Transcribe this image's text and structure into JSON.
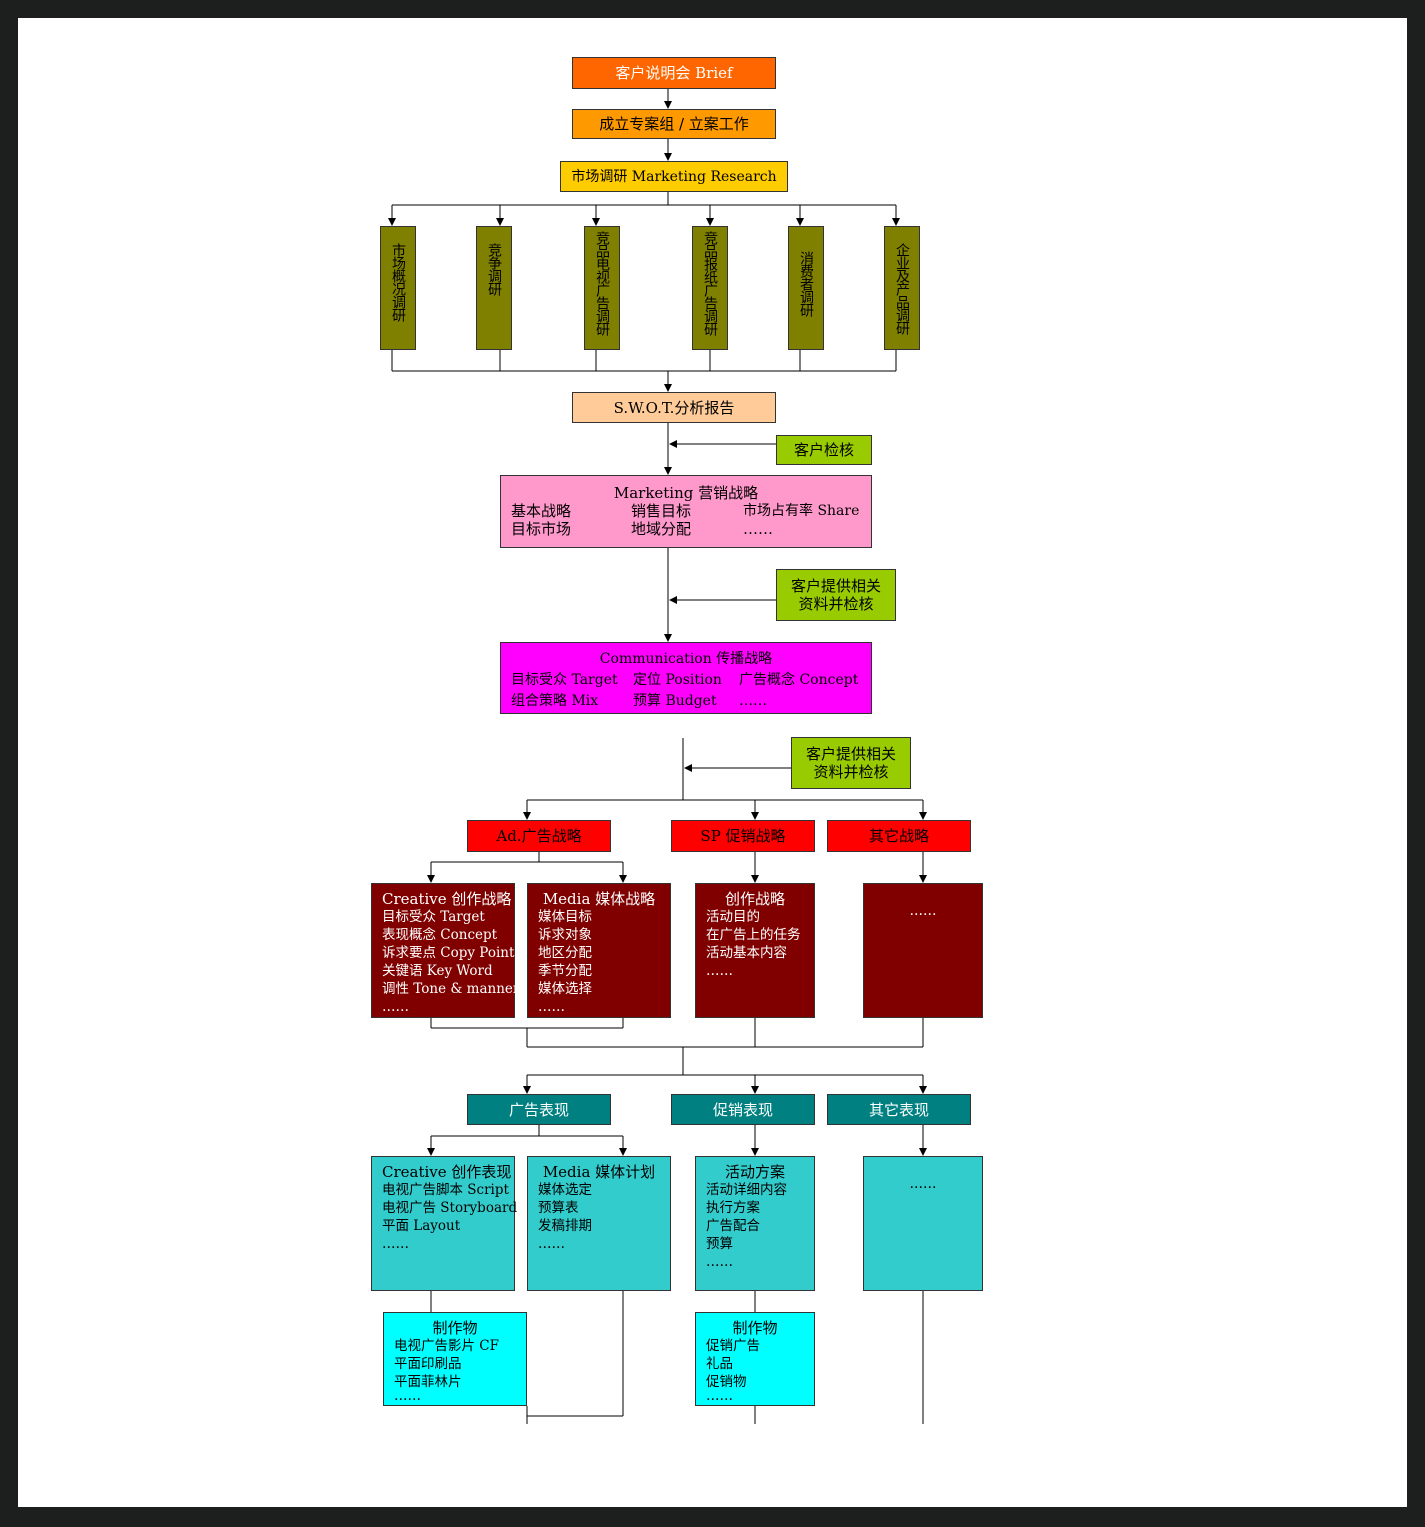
{
  "colors": {
    "brief": "#ff6600",
    "setup": "#ff9900",
    "research": "#ffcc00",
    "olive": "#808000",
    "swot": "#ffcc99",
    "check": "#99cc00",
    "marketing": "#ff99cc",
    "communication": "#ff00ff",
    "red": "#ff0000",
    "maroon": "#800000",
    "teal": "#008080",
    "cyan_box": "#33cccc",
    "product": "#00ffff"
  },
  "brief": "客户说明会 Brief",
  "setup": "成立专案组 / 立案工作",
  "research": "市场调研 Marketing Research",
  "research_items": [
    "市场概况调研",
    "竞争调研",
    "竞品电视广告调研",
    "竞品报纸广告调研",
    "消费者调研",
    "企业及产品调研"
  ],
  "swot": "S.W.O.T.分析报告",
  "check1": "客户检核",
  "check2": [
    "客户提供相关",
    "资料并检核"
  ],
  "check3": [
    "客户提供相关",
    "资料并检核"
  ],
  "marketing": {
    "title": "Marketing 营销战略",
    "items": [
      "基本战略",
      "销售目标",
      "市场占有率 Share",
      "目标市场",
      "地域分配",
      "……"
    ]
  },
  "communication": {
    "title": "Communication 传播战略",
    "items": [
      "目标受众 Target",
      "定位 Position",
      "广告概念 Concept",
      "组合策略 Mix",
      "预算 Budget",
      "……"
    ]
  },
  "strategies": [
    "Ad.广告战略",
    "SP 促销战略",
    "其它战略"
  ],
  "creative_strategy": {
    "title": "Creative 创作战略",
    "items": [
      "目标受众 Target",
      "表现概念 Concept",
      "诉求要点 Copy Point",
      "关键语 Key Word",
      "调性 Tone & manner",
      "……"
    ]
  },
  "media_strategy": {
    "title": "Media 媒体战略",
    "items": [
      "媒体目标",
      "诉求对象",
      "地区分配",
      "季节分配",
      "媒体选择",
      "……"
    ]
  },
  "sp_strategy": {
    "title": "创作战略",
    "items": [
      "活动目的",
      "在广告上的任务",
      "活动基本内容",
      "……"
    ]
  },
  "other_strategy": "……",
  "expressions": [
    "广告表现",
    "促销表现",
    "其它表现"
  ],
  "creative_exp": {
    "title": "Creative 创作表现",
    "items": [
      "电视广告脚本 Script",
      "电视广告 Storyboard",
      "平面 Layout",
      "……"
    ]
  },
  "media_plan": {
    "title": "Media 媒体计划",
    "items": [
      "媒体选定",
      "预算表",
      "发稿排期",
      "……"
    ]
  },
  "sp_plan": {
    "title": "活动方案",
    "items": [
      "活动详细内容",
      "执行方案",
      "广告配合",
      "预算",
      "……"
    ]
  },
  "other_exp": "……",
  "ad_products": {
    "title": "制作物",
    "items": [
      "电视广告影片 CF",
      "平面印刷品",
      "平面菲林片",
      "……"
    ]
  },
  "sp_products": {
    "title": "制作物",
    "items": [
      "促销广告",
      "礼品",
      "促销物",
      "……"
    ]
  }
}
